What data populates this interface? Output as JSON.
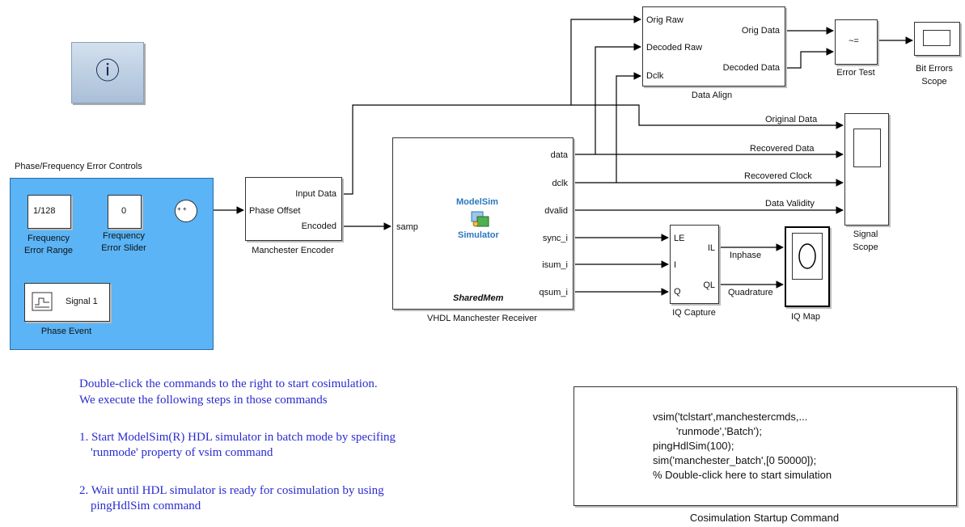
{
  "info_button": {
    "icon": "info-icon",
    "glyph": "ⓘ"
  },
  "controls_group": {
    "title": "Phase/Frequency Error Controls",
    "freq_range": {
      "value": "1/128",
      "label_line1": "Frequency",
      "label_line2": "Error Range"
    },
    "freq_slider": {
      "value": "0",
      "label_line1": "Frequency",
      "label_line2": "Error Slider"
    },
    "phase_event": {
      "signal": "Signal 1",
      "label": "Phase Event"
    },
    "sum_signs": "+ +"
  },
  "encoder": {
    "caption": "Manchester Encoder",
    "in1": "Input Data",
    "in2": "Phase Offset",
    "out": "Encoded"
  },
  "receiver": {
    "caption": "VHDL Manchester Receiver",
    "in_port": "samp",
    "outputs": [
      "data",
      "dclk",
      "dvalid",
      "sync_i",
      "isum_i",
      "qsum_i"
    ],
    "modelsim_line1": "ModelSim",
    "modelsim_line2": "Simulator",
    "sharedmem": "SharedMem"
  },
  "data_align": {
    "caption": "Data Align",
    "inputs": [
      "Orig Raw",
      "Decoded Raw",
      "Dclk"
    ],
    "outputs": [
      "Orig Data",
      "Decoded Data"
    ]
  },
  "error_test": {
    "caption": "Error Test",
    "symbol": "~="
  },
  "bit_errors_scope": {
    "caption_line1": "Bit Errors",
    "caption_line2": "Scope"
  },
  "signal_scope": {
    "caption_line1": "Signal",
    "caption_line2": "Scope",
    "lines": [
      "Original Data",
      "Recovered Data",
      "Recovered Clock",
      "Data Validity"
    ]
  },
  "iq_capture": {
    "caption": "IQ Capture",
    "inputs": [
      "LE",
      "I",
      "Q"
    ],
    "outputs": [
      "IL",
      "QL"
    ],
    "out_lines": [
      "Inphase",
      "Quadrature"
    ]
  },
  "iq_map": {
    "caption": "IQ Map"
  },
  "instructions": {
    "line1": "Double-click the commands to the right to start cosimulation.",
    "line2": "We execute the following steps in those commands",
    "step1_line1": "1. Start ModelSim(R) HDL simulator in batch mode by specifing",
    "step1_line2": "'runmode' property of vsim command",
    "step2_line1": "2. Wait until HDL simulator is ready for cosimulation by using",
    "step2_line2": "pingHdlSim command"
  },
  "startup_command": {
    "caption": "Cosimulation Startup Command",
    "lines": [
      "vsim('tclstart',manchestercmds,...",
      "        'runmode','Batch');",
      "pingHdlSim(100);",
      "sim('manchester_batch',[0 50000]);",
      "% Double-click here to start simulation"
    ]
  },
  "colors": {
    "group_fill": "#5ab4f6",
    "note_text": "#2b2bd0",
    "modelsim_text": "#2a78c0",
    "info_fill": "#b9cde3"
  }
}
